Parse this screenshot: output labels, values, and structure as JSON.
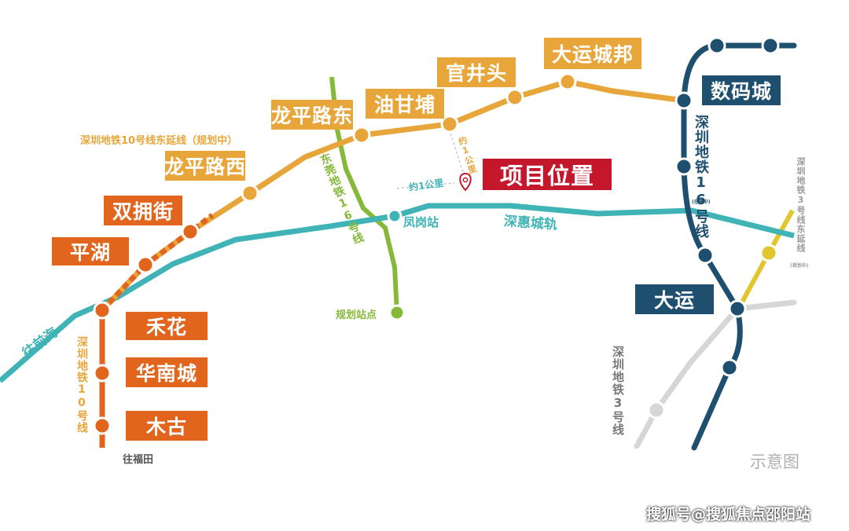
{
  "stations": {
    "dayunchengbang": "大运城邦",
    "guanjingtou": "官井头",
    "youganpu": "油甘埔",
    "longpinglu_dong": "龙平路东",
    "longpinglu_xi": "龙平路西",
    "shuangyongjie": "双拥街",
    "pinghu": "平湖",
    "hehua": "禾花",
    "huanancheng": "华南城",
    "mugu": "木古",
    "shumacheng": "数码城",
    "dayun": "大运",
    "fenggang": "凤岗站",
    "planned_station": "规划站点"
  },
  "project": {
    "label": "项目位置"
  },
  "lines": {
    "line10_ext": "深圳地铁10号线东延线（规划中）",
    "line10_vertical": "深圳地铁10号线",
    "line16": "深圳地铁16号线",
    "line16_small": "(在建中)",
    "line3_ext": "深圳地铁3号线东延线",
    "line3_ext_small": "(规划中)",
    "line3": "深圳地铁3号线",
    "dongguan16": "东莞地铁16号线",
    "shenhui": "深惠城轨"
  },
  "annotations": {
    "to_qianhai": "往前海",
    "to_futian": "往福田",
    "distance_to_line10": "约1公里",
    "distance_to_fenggang": "约1公里",
    "schematic": "示意图",
    "watermark": "搜狐号@搜狐焦点邵阳站"
  },
  "colors": {
    "line10_ext": "#e8a53a",
    "line10": "#e1651d",
    "line16": "#1e4f6f",
    "shenhui": "#3fb3b5",
    "dongguan16": "#86b93a",
    "line3_ext": "#e2c62f",
    "line3": "#d6d6d6",
    "project": "#c4172c"
  }
}
